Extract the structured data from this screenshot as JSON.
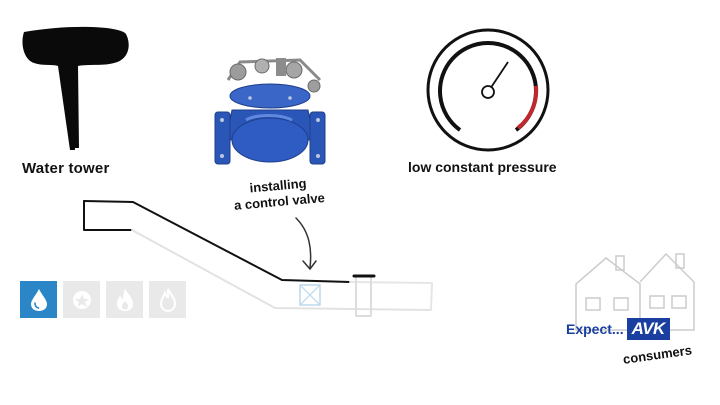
{
  "labels": {
    "water_tower": "Water tower",
    "valve_line1": "installing",
    "valve_line2": "a control valve",
    "pressure": "low constant pressure",
    "consumers": "consumers"
  },
  "logo": {
    "prefix": "Expect...",
    "mark": "AVK",
    "color": "#1b3fa0"
  },
  "icons": [
    {
      "name": "water-drop-icon",
      "active": true
    },
    {
      "name": "gas-icon",
      "active": false
    },
    {
      "name": "fire-icon",
      "active": false
    },
    {
      "name": "flame-icon",
      "active": false
    }
  ],
  "colors": {
    "accent": "#2b86c8",
    "gauge_red": "#c0282d",
    "valve_blue": "#2a56b8"
  }
}
